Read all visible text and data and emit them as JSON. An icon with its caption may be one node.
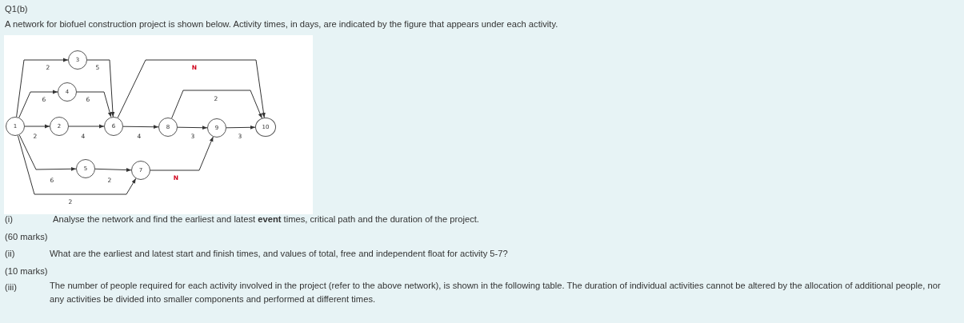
{
  "diagram": {
    "title": "Q1(b)",
    "nodes": [
      {
        "text": [
          "1"
        ]
      },
      {
        "text": [
          "2"
        ]
      },
      {
        "text": [
          "3"
        ]
      },
      {
        "text": [
          "4"
        ]
      },
      {
        "text": [
          "5"
        ]
      },
      {
        "text": [
          "6"
        ]
      },
      {
        "text": [
          "7"
        ]
      },
      {
        "text": [
          "8"
        ]
      },
      {
        "text": [
          "9"
        ]
      },
      {
        "text": [
          "10"
        ]
      }
    ],
    "edges": [
      {
        "from": 0,
        "to": 1,
        "arrow": "to",
        "label": "2"
      },
      {
        "from": 0,
        "to": 2,
        "arrow": "to",
        "label": "2"
      },
      {
        "from": 0,
        "to": 3,
        "arrow": "to",
        "label": "6"
      },
      {
        "from": 0,
        "to": 4,
        "arrow": "to",
        "label": "6"
      },
      {
        "from": 0,
        "to": 6,
        "arrow": "to",
        "label": "2"
      },
      {
        "from": 1,
        "to": 5,
        "arrow": "to",
        "label": "4"
      },
      {
        "from": 2,
        "to": 5,
        "arrow": "to",
        "label": "5"
      },
      {
        "from": 3,
        "to": 5,
        "arrow": "to",
        "label": "6"
      },
      {
        "from": 4,
        "to": 6,
        "arrow": "to",
        "label": "2"
      },
      {
        "from": 5,
        "to": 7,
        "arrow": "to",
        "label": "4"
      },
      {
        "from": 5,
        "to": 9,
        "arrow": "to",
        "label": "N"
      },
      {
        "from": 6,
        "to": 8,
        "arrow": "to",
        "label": "N"
      },
      {
        "from": 7,
        "to": 8,
        "arrow": "to",
        "label": "3"
      },
      {
        "from": 7,
        "to": 9,
        "arrow": "to",
        "label": "2"
      },
      {
        "from": 8,
        "to": 9,
        "arrow": "to",
        "label": "3"
      }
    ],
    "labels": [
      "A network for biofuel construction project is shown below. Activity times, in days, are indicated by the figure that appears under each activity.",
      "(i)",
      "Analyse the network and find the earliest and latest **event** times, critical path and the duration of the project.",
      "(60 marks)",
      "(ii)",
      "What are the earliest and latest start and finish times, and values of total, free and independent float for activity 5-7?",
      "(10 marks)",
      "(iii)",
      "The number of people required for each activity involved in the project (refer to the above network), is shown in the following table. The duration of individual activities cannot be altered by the allocation of additional people, nor any activities be divided into smaller components and performed at different times."
    ]
  }
}
